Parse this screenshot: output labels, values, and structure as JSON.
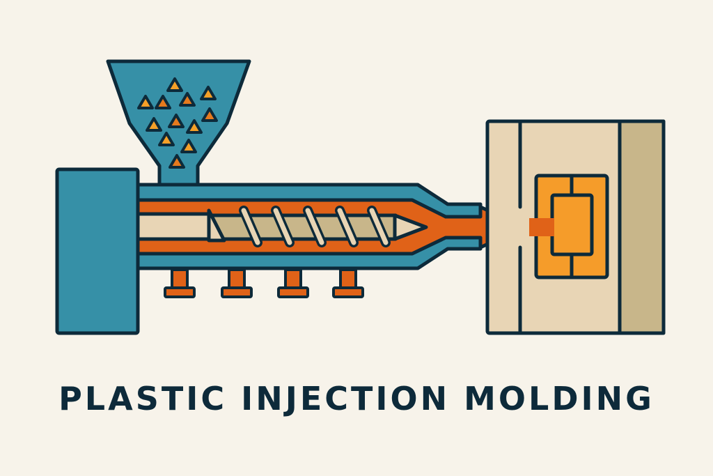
{
  "title": "PLASTIC INJECTION MOLDING",
  "colors": {
    "background": "#f7f3ea",
    "outline": "#0d2a3a",
    "barrel": "#3690a7",
    "melt": "#e06218",
    "pellet_light": "#f5a028",
    "pellet_dark": "#e57a1e",
    "screw": "#c8b68a",
    "shaft": "#e8d5b5",
    "mold": "#e8d5b5",
    "mold_plate": "#c8b68a",
    "cavity": "#f59c2a"
  },
  "components": [
    "hopper",
    "plastic-pellets",
    "drive-unit",
    "barrel",
    "screw",
    "heater-bands",
    "nozzle",
    "mold",
    "mold-cavity"
  ]
}
